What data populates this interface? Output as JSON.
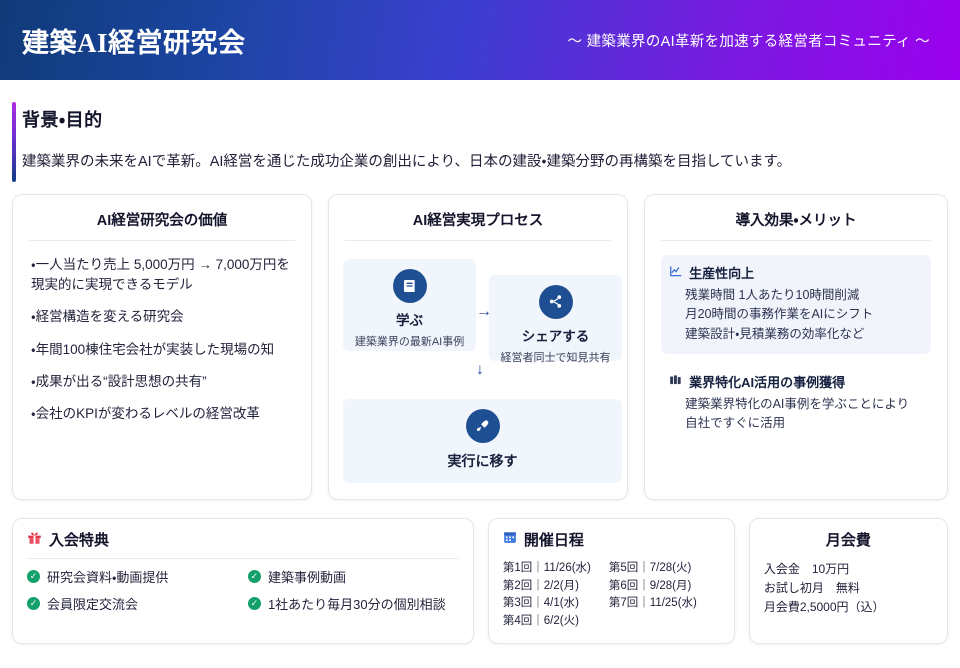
{
  "header": {
    "title": "建築AI経営研究会",
    "subtitle": "〜 建築業界のAI革新を加速する経営者コミュニティ 〜",
    "gradient_from": "#103a78",
    "gradient_to": "#9b00ee"
  },
  "intro": {
    "title": "背景・目的",
    "text": "建築業界の未来をAIで革新。AI経営を通じた成功企業の創出により、日本の建設・建築分野の再構築を目指しています。"
  },
  "value_card": {
    "title": "AI経営研究会の価値",
    "items": [
      "・一人当たり売上 5,000万円 → 7,000万円を現実的に実現できるモデル",
      "・経営構造を変える研究会",
      "・年間100棟住宅会社が実装した現場の知",
      "・成果が出る“設計思想の共有”",
      "・会社のKPIが変わるレベルの経営改革"
    ]
  },
  "process_card": {
    "title": "AI経営実現プロセス",
    "steps": [
      {
        "icon": "book-icon",
        "label": "学ぶ",
        "desc": "建築業界の最新AI事例"
      },
      {
        "icon": "share-icon",
        "label": "シェアする",
        "desc": "経営者同士で知見共有"
      },
      {
        "icon": "rocket-icon",
        "label": "実行に移す",
        "desc": ""
      }
    ],
    "arrow_right": "→",
    "arrow_down": "↓",
    "icon_color": "#1f4f93",
    "box_color": "#f1f6fd"
  },
  "merit_card": {
    "title": "導入効果・メリット",
    "blocks": [
      {
        "icon": "chart-line-icon",
        "heading": "生産性向上",
        "lines": [
          "残業時間 1人あたり10時間削減",
          "月20時間の事務作業をAIにシフト",
          "建築設計・見積業務の効率化など"
        ],
        "highlighted": true
      },
      {
        "icon": "books-icon",
        "heading": "業界特化AI活用の事例獲得",
        "lines": [
          "建築業界特化のAI事例を学ぶことにより",
          "自社ですぐに活用"
        ],
        "highlighted": false
      }
    ]
  },
  "benefits_panel": {
    "icon": "gift-icon",
    "title": "入会特典",
    "items": [
      "研究会資料・動画提供",
      "建築事例動画",
      "会員限定交流会",
      "1社あたり毎月30分の個別相談"
    ],
    "check_color": "#13a06a"
  },
  "schedule_panel": {
    "icon": "calendar-icon",
    "title": "開催日程",
    "column_left": [
      "第1回｜11/26(水)",
      "第2回｜2/2(月)",
      "第3回｜4/1(水)",
      "第4回｜6/2(火)"
    ],
    "column_right": [
      "第5回｜7/28(火)",
      "第6回｜9/28(月)",
      "第7回｜11/25(水)"
    ]
  },
  "fee_panel": {
    "title": "月会費",
    "lines": [
      "入会金　10万円",
      "お試し初月　無料",
      "月会費2,5000円（込）"
    ]
  }
}
